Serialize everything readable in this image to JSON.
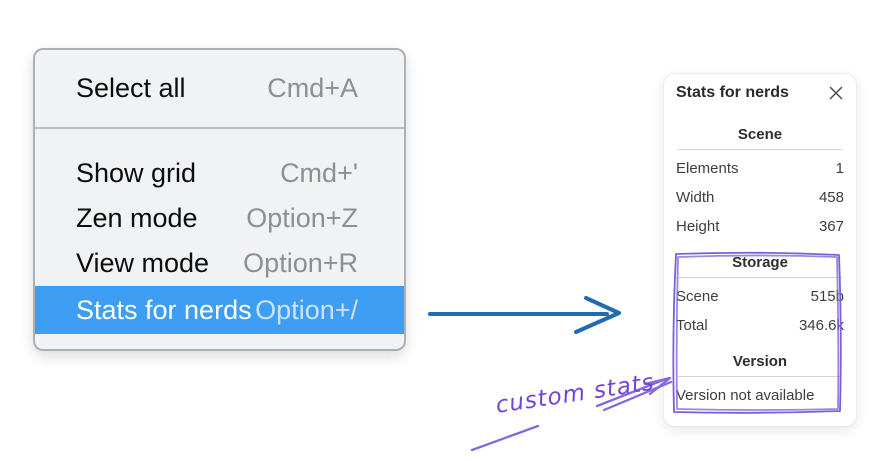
{
  "context_menu": {
    "items": [
      {
        "label": "Select all",
        "shortcut": "Cmd+A"
      },
      {
        "label": "Show grid",
        "shortcut": "Cmd+'"
      },
      {
        "label": "Zen mode",
        "shortcut": "Option+Z"
      },
      {
        "label": "View mode",
        "shortcut": "Option+R"
      },
      {
        "label": "Stats for nerds",
        "shortcut": "Option+/"
      }
    ],
    "selected_item": "Stats for nerds",
    "selection_color": "#3d9ef3"
  },
  "stats_panel": {
    "title": "Stats for nerds",
    "sections": [
      {
        "heading": "Scene",
        "rows": [
          {
            "label": "Elements",
            "value": "1"
          },
          {
            "label": "Width",
            "value": "458"
          },
          {
            "label": "Height",
            "value": "367"
          }
        ]
      },
      {
        "heading": "Storage",
        "rows": [
          {
            "label": "Scene",
            "value": "515b"
          },
          {
            "label": "Total",
            "value": "346.6k"
          }
        ]
      },
      {
        "heading": "Version",
        "rows": [],
        "note": "Version not available"
      }
    ]
  },
  "annotation": {
    "label": "custom stats",
    "color": "#7442d8"
  },
  "colors": {
    "flow_arrow": "#1f6cb2",
    "highlight_box": "#7a5fd8"
  }
}
